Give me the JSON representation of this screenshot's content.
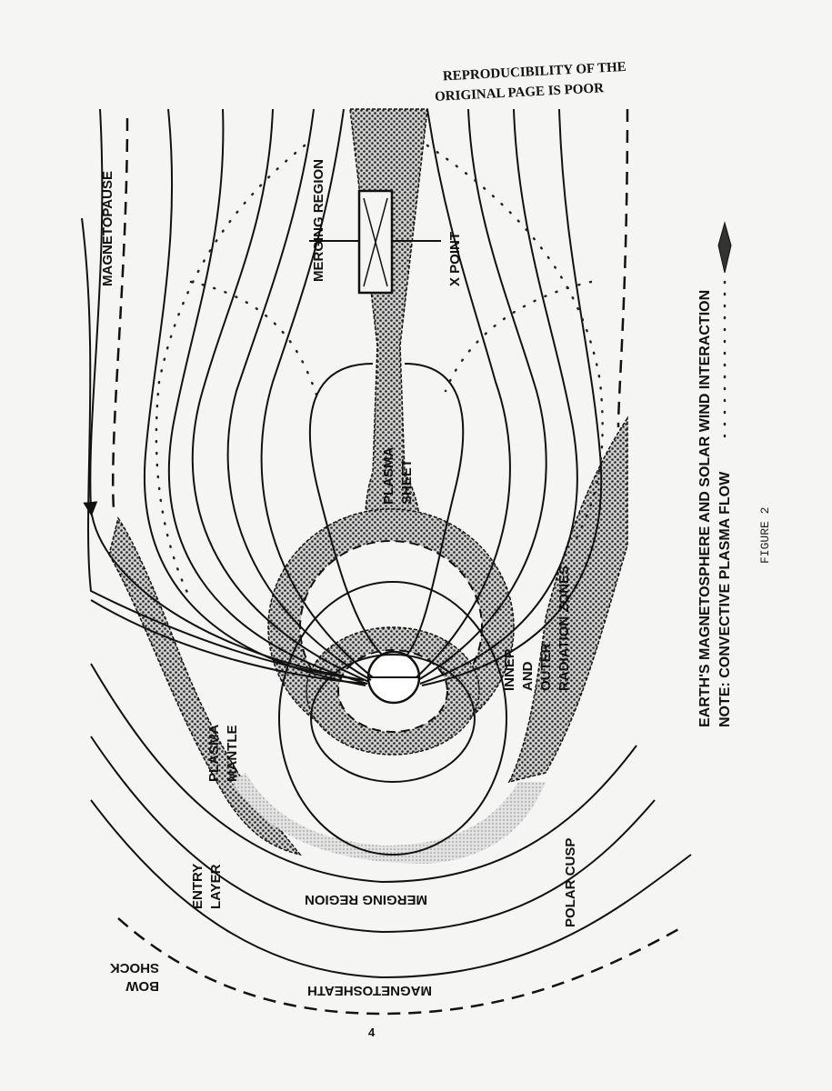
{
  "header_note": [
    "REPRODUCIBILITY OF THE",
    "ORIGINAL PAGE IS POOR"
  ],
  "labels": {
    "magnetopause": "MAGNETOPAUSE",
    "merging_region_top": "MERGING REGION",
    "x_point": "X POINT",
    "plasma_sheet": [
      "PLASMA",
      "SHEET"
    ],
    "radiation_zones": [
      "INNER",
      "AND",
      "OUTER",
      "RADIATION ZONES"
    ],
    "plasma_mantle": [
      "PLASMA",
      "MANTLE"
    ],
    "entry_layer": [
      "ENTRY",
      "LAYER"
    ],
    "merging_region_bottom": "MERGING REGION",
    "polar_cusp": "POLAR CUSP",
    "bow_shock": [
      "BOW",
      "SHOCK"
    ],
    "magnetosheath": "MAGNETOSHEATH"
  },
  "caption": {
    "title": "EARTH'S MAGNETOSPHERE AND SOLAR WIND INTERACTION",
    "note": "NOTE: CONVECTIVE PLASMA FLOW"
  },
  "figure_label": "FIGURE 2",
  "page_number": "4"
}
